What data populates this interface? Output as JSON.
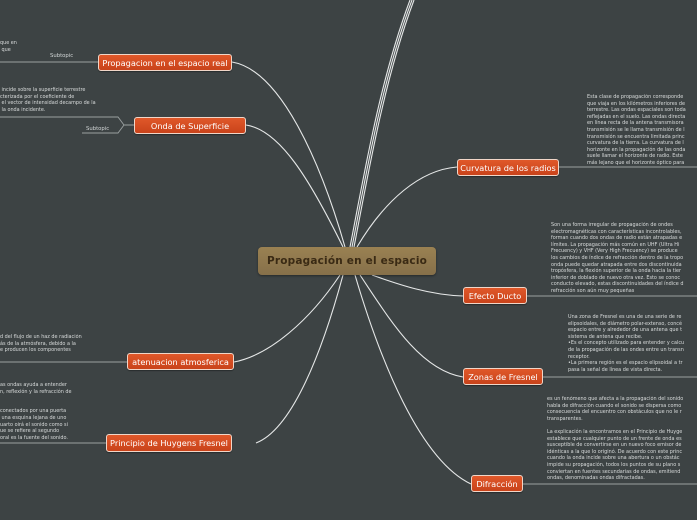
{
  "central": {
    "label": "Propagación en el espacio"
  },
  "colors": {
    "background": "#3d4344",
    "topic": "#d94f24",
    "central": "#8f7850",
    "line": "#e6e8e8"
  },
  "left_topics": [
    {
      "label": "Propagacion en el espacio real",
      "subtopic": "Subtopic",
      "note": "que en\n que"
    },
    {
      "label": "Onda de Superficie",
      "subtopic": "Subtopic",
      "note": " incide sobre la superficie terrestre\ncterizada por el coeficiente de\n el vector de intensidad decampo de la\n la onda incidente."
    },
    {
      "label": "atenuacion atmosferica",
      "note": "d del flujo de un haz de radiación\nás de la atmósfera, debido a la\ne producen los componentes"
    },
    {
      "label": "Principio de Huygens Fresnel",
      "note": "as ondas ayuda a entender\nn, reflexión y la refracción de\n\n\nconectados por una puerta\n una esquina lejana de uno\nuarto oirá el sonido como si\nue se refiere al segundo\noral es la fuente del sonido."
    }
  ],
  "right_topics": [
    {
      "label": "Curvatura de los radios",
      "note": "Esta clase de propagación corresponde\nque viaja en los kilómetros inferiores de\nterrestre. Las ondas espaciales son toda\nreflejadas en el suelo. Las ondas directa\nen línea recta de la antena transmisora\ntransmisión se le llama transmisión de l\ntransmisión se encuentra limitada princ\ncurvatura de la tierra. La curvatura de l\nhorizonte en la propagación de las onda\nsuele llamar el horizonte de radio. Este\nmás lejano que el horizonte óptico para"
    },
    {
      "label": "Efecto Ducto",
      "note": "Son una forma irregular de propagación de ondes\nelectromagnéticas con características incontrolables,\nforman cuando dos ondas de radio están atrapadas e\nlímites. La propagación más común en UHF (Ultra Hi\nFrecuency) y VHF (Very High Frecuency) se produce\nlos cambios de índice de refracción dentro de la tropo\nonda puede quedar atrapada entre dos discontinuida\ntropósfera, la flexión superior de la onda hacia la tier\ninferior de doblado de nuevo otra vez. Esto se conoc\nconducto elevado, estas discontinuidades del índice d\nrefracción son aún muy pequeñas"
    },
    {
      "label": "Zonas de Fresnel",
      "note": "Una zona de Fresnel es una de una serie de re\nelipsoidales, de diámetro polar-extenso, concé\nespacio entre y alrededor de una antena que t\nsistema de antena que recibe.\n•Es el concepto utilizado para entender y calcu\nde la propagación de las ondes entre un transn\nreceptor.\n•La primera región es el espacio elipsoidal a tr\npasa la señal de línea de vista directa."
    },
    {
      "label": "Difracción",
      "note": "es un fenómeno que afecta a la propagación del sonido\nhabla de difracción cuando el sonido se dispersa como\nconsecuencia del encuentro con obstáculos que no le r\ntransparentes.\n\nLa explicación la encontramos en el Principio de Huyge\nestablece que cualquier punto de un frente de onda es\nsusceptible de convertirse en un nuevo foco emisor de\nidénticas a la que lo originó. De acuerdo con este princ\ncuando la onda incide sobre una abertura o un obstác\nimpide su propagación, todos los puntos de su plano s\nconviertan en fuentes secundarias de ondas, emitiend\nondas, denominadas ondas difractadas."
    }
  ]
}
